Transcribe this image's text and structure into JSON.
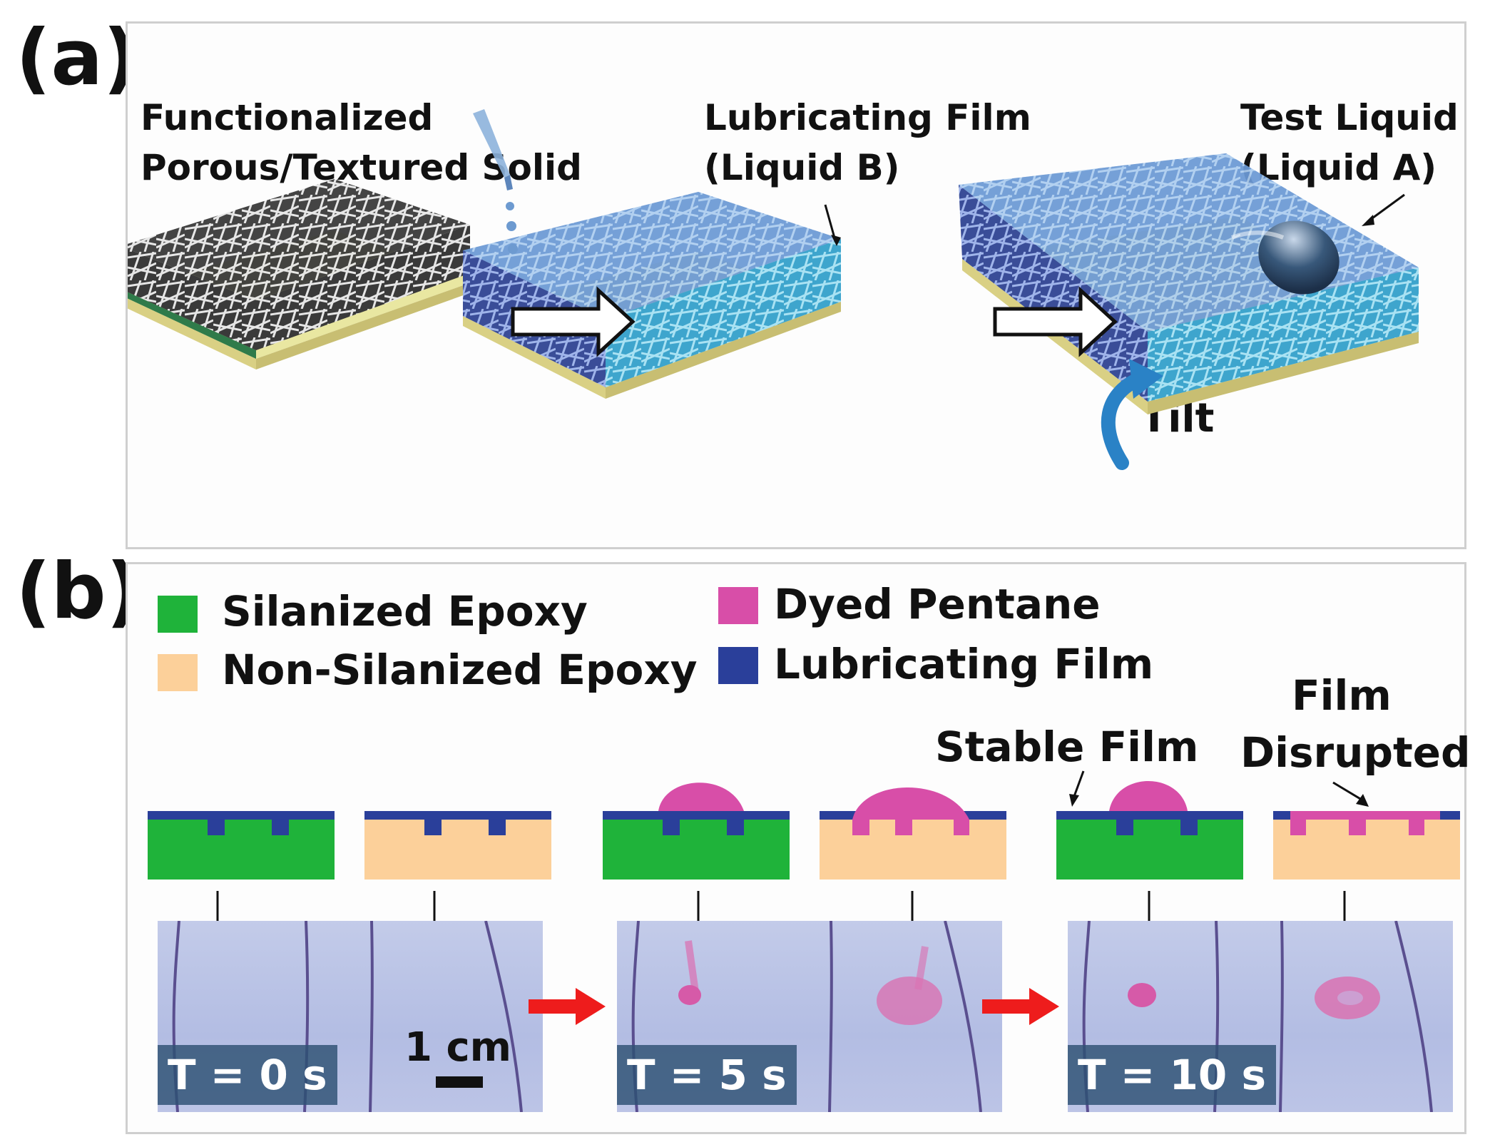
{
  "panel_a": {
    "letter": "(a)",
    "labels": {
      "solid_line1": "Functionalized",
      "solid_line2": "Porous/Textured Solid",
      "film_line1": "Lubricating Film",
      "film_line2": "(Liquid B)",
      "test_line1": "Test Liquid",
      "test_line2": "(Liquid A)",
      "tilt": "Tilt"
    }
  },
  "panel_b": {
    "letter": "(b)",
    "legend": {
      "silanized": "Silanized Epoxy",
      "non_silanized": "Non-Silanized Epoxy",
      "dyed_pentane": "Dyed Pentane",
      "lubricating_film": "Lubricating Film"
    },
    "annotations": {
      "stable_film": "Stable Film",
      "film_disrupted_line1": "Film",
      "film_disrupted_line2": "Disrupted"
    },
    "scale_bar": "1 cm",
    "times": [
      "T = 0 s",
      "T = 5 s",
      "T = 10 s"
    ]
  },
  "colors": {
    "silanized_epoxy": "#1fb33a",
    "non_silanized_epoxy": "#fcd09a",
    "dyed_pentane": "#d84ea8",
    "lubricating_film": "#2a3f9a",
    "arrow_red": "#ee1c1c",
    "tilt_arrow": "#2a82c6"
  }
}
